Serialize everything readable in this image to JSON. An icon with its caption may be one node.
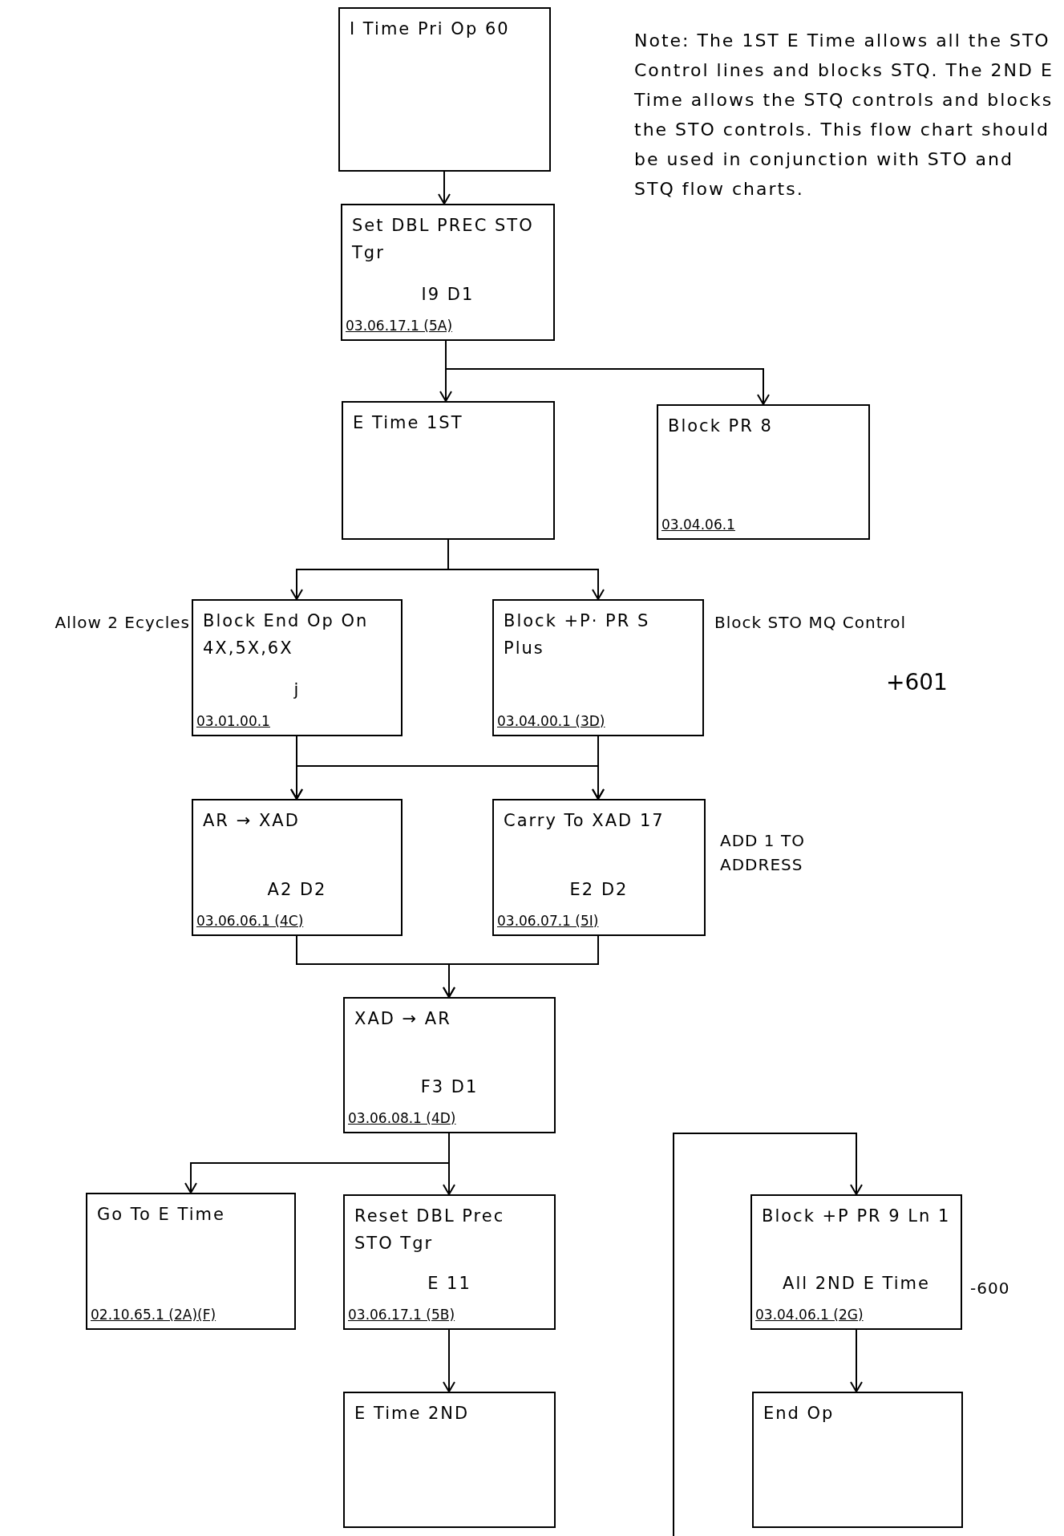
{
  "diagram": {
    "nodes": [
      {
        "text": [
          "I Time Pri Op 60"
        ]
      },
      {
        "text": [
          "Set DBL PREC STO Tgr",
          "I9 D1",
          "03.06.17.1 (5A)"
        ]
      },
      {
        "text": [
          "E Time 1ST"
        ]
      },
      {
        "text": [
          "Block PR 8",
          "03.04.06.1"
        ]
      },
      {
        "text": [
          "Block End Op On 4X,5X,6X",
          "j",
          "03.01.00.1"
        ],
        "beside": [
          "Allow 2 Ecycles"
        ]
      },
      {
        "text": [
          "Block +P· PR S Plus",
          "03.04.00.1 (3D)"
        ],
        "beside": [
          "Block STO MQ Control"
        ]
      },
      {
        "text": [
          "AR → XAD",
          "A2 D2",
          "03.06.06.1 (4C)"
        ]
      },
      {
        "text": [
          "Carry To XAD 17",
          "E2 D2",
          "03.06.07.1 (5I)"
        ],
        "beside": [
          "ADD 1 TO ADDRESS"
        ]
      },
      {
        "text": [
          "XAD → AR",
          "F3 D1",
          "03.06.08.1 (4D)"
        ]
      },
      {
        "text": [
          "Go To E Time",
          "02.10.65.1 (2A)(F)"
        ]
      },
      {
        "text": [
          "Reset DBL Prec STO Tgr",
          "E 11",
          "03.06.17.1 (5B)"
        ]
      },
      {
        "text": [
          "Block +P PR 9 Ln 1",
          "All 2ND E Time",
          "03.04.06.1 (2G)"
        ],
        "beside": [
          "-600"
        ]
      },
      {
        "text": [
          "E Time 2ND"
        ]
      },
      {
        "text": [
          "End Op"
        ]
      }
    ],
    "edges": [
      {
        "from": 0,
        "to": 1,
        "arrow": "to"
      },
      {
        "from": 1,
        "to": 2,
        "arrow": "to"
      },
      {
        "from": 1,
        "to": 3,
        "arrow": "to"
      },
      {
        "from": 2,
        "to": 4,
        "arrow": "to"
      },
      {
        "from": 2,
        "to": 5,
        "arrow": "to"
      },
      {
        "from": 4,
        "to": 6,
        "arrow": "to"
      },
      {
        "from": 4,
        "to": 7,
        "arrow": "to"
      },
      {
        "from": 5,
        "to": 6,
        "arrow": "to"
      },
      {
        "from": 5,
        "to": 7,
        "arrow": "to"
      },
      {
        "from": 6,
        "to": 8,
        "arrow": "to"
      },
      {
        "from": 7,
        "to": 8,
        "arrow": "to"
      },
      {
        "from": 8,
        "to": 9,
        "arrow": "to"
      },
      {
        "from": 8,
        "to": 10,
        "arrow": "to"
      },
      {
        "from": 10,
        "to": 12,
        "arrow": "to"
      },
      {
        "from": null,
        "to": 11,
        "arrow": "to"
      },
      {
        "from": 11,
        "to": 13,
        "arrow": "to"
      }
    ],
    "labels": [
      "Note: The 1ST E Time allows all the STO Control lines and blocks STQ. The 2ND E Time allows the STQ controls and blocks the STO controls. This flow chart should be used in conjunction with STO and STQ flow charts.",
      "+601"
    ]
  }
}
